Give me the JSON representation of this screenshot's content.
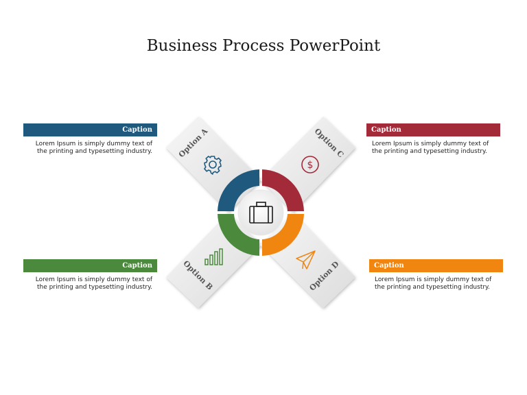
{
  "title": "Business Process PowerPoint",
  "colors": {
    "blue": "#1f5a7e",
    "red": "#a32a39",
    "green": "#4b8a3d",
    "orange": "#f08510"
  },
  "options": [
    {
      "label": "Option A",
      "icon": "gear-icon",
      "color": "#1f5a7e"
    },
    {
      "label": "Option B",
      "icon": "bar-chart-icon",
      "color": "#4b8a3d"
    },
    {
      "label": "Option C",
      "icon": "dollar-icon",
      "color": "#a32a39"
    },
    {
      "label": "Option D",
      "icon": "paper-plane-icon",
      "color": "#f08510"
    }
  ],
  "center_icon": "briefcase-icon",
  "captions": [
    {
      "title": "Caption",
      "text": "Lorem Ipsum is simply dummy text of the printing and typesetting industry."
    },
    {
      "title": "Caption",
      "text": "Lorem Ipsum is simply dummy text of the printing and typesetting industry."
    },
    {
      "title": "Caption",
      "text": "Lorem Ipsum is simply dummy text of the printing and typesetting industry."
    },
    {
      "title": "Caption",
      "text": "Lorem Ipsum is simply dummy text of the printing and typesetting industry."
    }
  ]
}
